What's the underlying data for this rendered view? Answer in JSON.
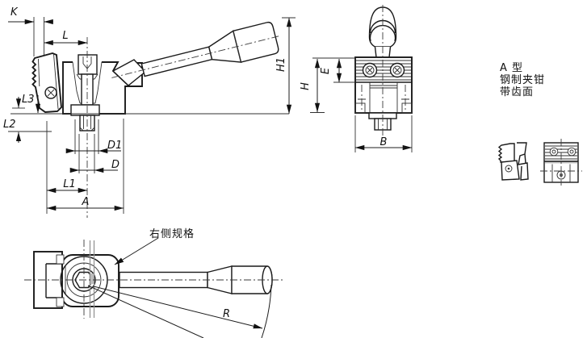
{
  "drawing": {
    "background": "#ffffff",
    "line_color": "#1a1a1a",
    "dims": {
      "k": "K",
      "l": "L",
      "l1": "L1",
      "l2": "L2",
      "l3": "L3",
      "d": "D",
      "d1": "D1",
      "a": "A",
      "h": "H",
      "h1": "H1",
      "e": "E",
      "b": "B",
      "r": "R"
    },
    "notes": {
      "variant_line1": "A 型",
      "variant_line2": "钢制夹钳",
      "variant_line3": "带齿面",
      "right_side": "右侧规格"
    }
  }
}
